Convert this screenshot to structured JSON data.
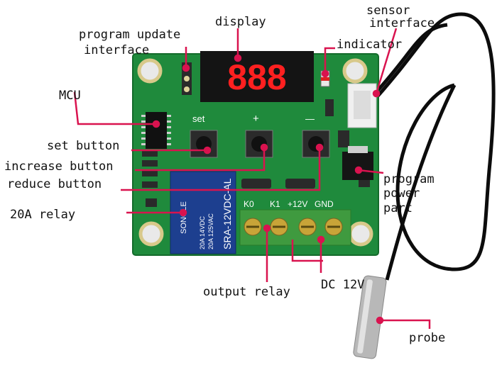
{
  "colors": {
    "pcb": "#1f8a3c",
    "pcb_dark": "#146b2b",
    "callout_line": "#d9134f",
    "relay": "#1d3f8f",
    "terminal": "#3f9a3f",
    "screw": "#c8a438",
    "display": "#141414",
    "digit": "#ff2020",
    "cable": "#0c0c0c",
    "probe": "#b8b8b8",
    "connector": "#f0f0f0"
  },
  "board": {
    "silk_set": "set",
    "silk_plus": "+",
    "silk_minus": "—",
    "terminal_labels": [
      "K0",
      "K1",
      "+12V",
      "GND"
    ],
    "relay_brand": "SONGLE",
    "relay_model": "SRA-12VDC-AL",
    "relay_rating_1": "20A 14VDC",
    "relay_rating_2": "20A 125VAC",
    "digits": "888"
  },
  "labels": {
    "display": "display",
    "program_update_1": "program update",
    "program_update_2": "interface",
    "sensor_1": "sensor",
    "sensor_2": "interface",
    "indicator": "indicator",
    "mcu": "MCU",
    "set_button": "set button",
    "increase_button": "increase button",
    "reduce_button": "reduce button",
    "relay_20a": "20A relay",
    "program_power_1": "program",
    "program_power_2": "power",
    "program_power_3": "part",
    "output_relay": "output relay",
    "dc12v": "DC 12V",
    "probe": "probe"
  }
}
